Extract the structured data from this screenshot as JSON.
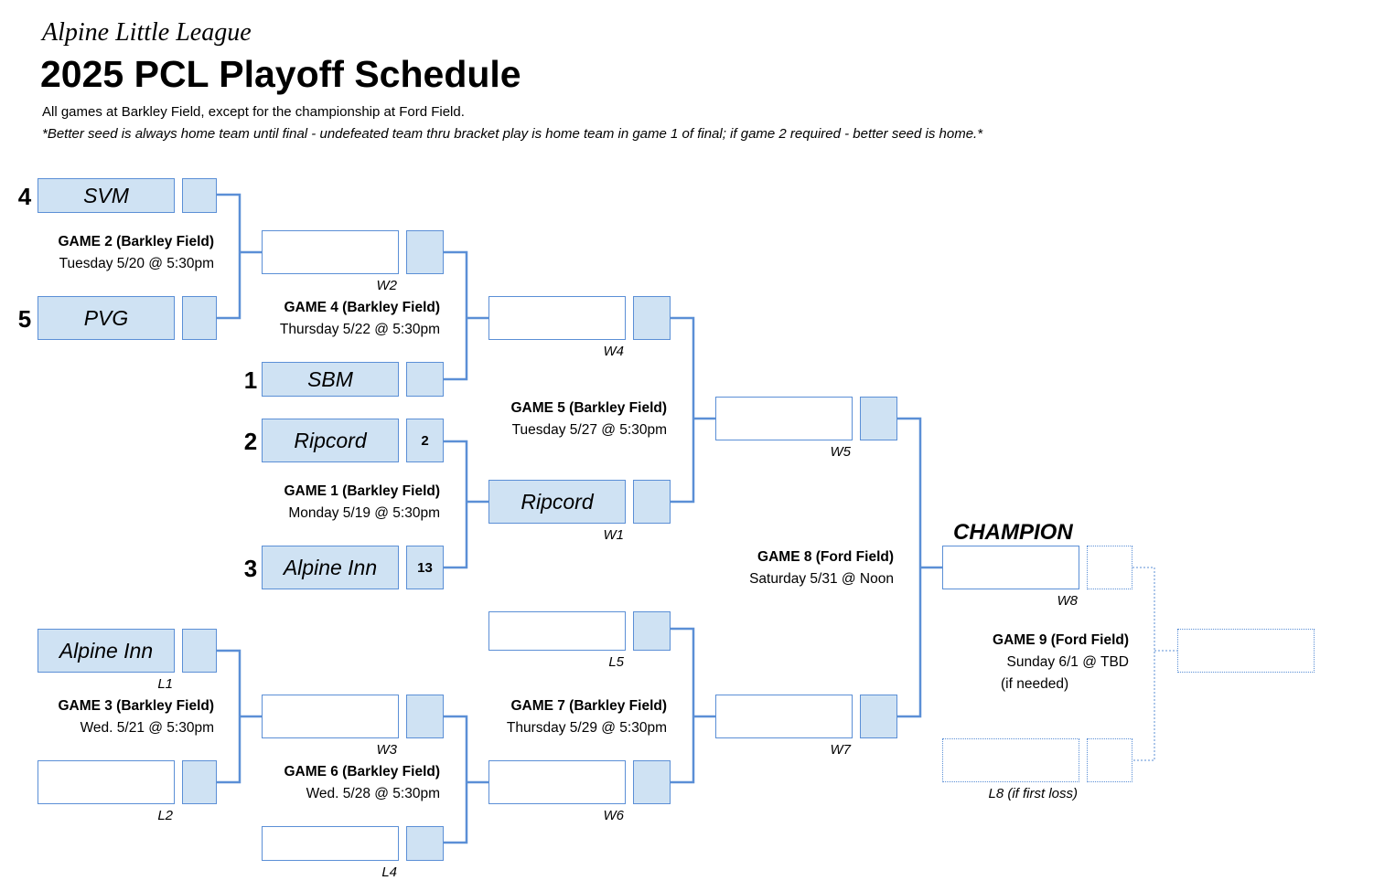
{
  "header": {
    "league": "Alpine Little League",
    "title": "2025 PCL Playoff Schedule",
    "note": "All games at Barkley Field, except for the championship at Ford Field.",
    "rule": "*Better seed is always home team until final - undefeated team thru bracket play is home team in game 1 of final; if game 2 required - better seed is home.*"
  },
  "seeds": [
    "4",
    "5",
    "1",
    "2",
    "3"
  ],
  "teams": {
    "svm": "SVM",
    "pvg": "PVG",
    "sbm": "SBM",
    "ripcord_g1": "Ripcord",
    "alpine_g1": "Alpine Inn",
    "ripcord_w1": "Ripcord",
    "alpine_g3": "Alpine Inn"
  },
  "scores": {
    "ripcord": "2",
    "alpine": "13"
  },
  "slot_labels": {
    "w2": "W2",
    "w4": "W4",
    "w5": "W5",
    "w1": "W1",
    "w8": "W8",
    "l1": "L1",
    "l2": "L2",
    "w3": "W3",
    "l4": "L4",
    "l5": "L5",
    "w6": "W6",
    "w7": "W7",
    "l8": "L8 (if first loss)"
  },
  "games": {
    "g2": {
      "title": "GAME 2 (Barkley Field)",
      "date": "Tuesday 5/20 @ 5:30pm"
    },
    "g4": {
      "title": "GAME 4 (Barkley Field)",
      "date": "Thursday 5/22 @ 5:30pm"
    },
    "g5": {
      "title": "GAME 5 (Barkley Field)",
      "date": "Tuesday 5/27 @ 5:30pm"
    },
    "g1": {
      "title": "GAME 1 (Barkley Field)",
      "date": "Monday 5/19 @ 5:30pm"
    },
    "g8": {
      "title": "GAME 8 (Ford Field)",
      "date": "Saturday 5/31 @ Noon"
    },
    "g9": {
      "title": "GAME 9 (Ford Field)",
      "date": "Sunday 6/1 @ TBD",
      "extra": "(if needed)"
    },
    "g3": {
      "title": "GAME 3 (Barkley Field)",
      "date": "Wed. 5/21 @ 5:30pm"
    },
    "g7": {
      "title": "GAME 7 (Barkley Field)",
      "date": "Thursday 5/29 @ 5:30pm"
    },
    "g6": {
      "title": "GAME 6 (Barkley Field)",
      "date": "Wed. 5/28 @ 5:30pm"
    }
  },
  "champion_label": "CHAMPION",
  "colors": {
    "line": "#5b8fd6",
    "fill": "#cfe2f3"
  }
}
